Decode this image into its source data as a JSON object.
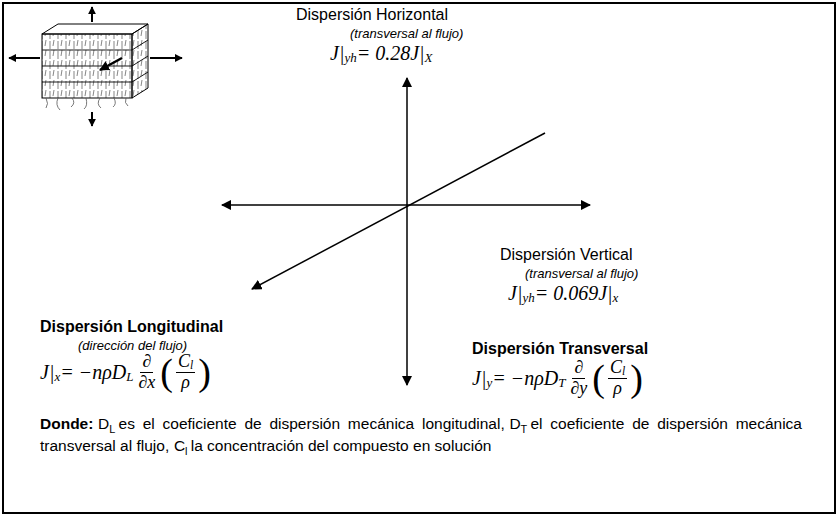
{
  "diagram": {
    "labels": [
      "Dispersión Horizontal",
      "(transversal al flujo)",
      "J|",
      "yh",
      "= 0.28J|",
      "X",
      "Dispersión Vertical",
      "(transversal al flujo)",
      "J|",
      "yh",
      "= 0.069J|",
      "x",
      "Dispersión Longitudinal",
      "(dirección del flujo)",
      "J|",
      "x",
      "= −nρD",
      "L",
      "∂",
      "∂x",
      "(",
      "C",
      "l",
      "ρ",
      ")",
      "Dispersión Transversal",
      "J|",
      "y",
      "= −nρD",
      "T",
      "∂",
      "∂y",
      "(",
      "C",
      "l",
      "ρ",
      ")",
      "Donde:",
      "D",
      "L",
      "es el coeficiente de dispersión mecánica longitudinal,",
      "D",
      "T",
      "el coeficiente de dispersión mecánica transversal al flujo,",
      "C",
      "l",
      "la concentración del compuesto en solución"
    ]
  }
}
